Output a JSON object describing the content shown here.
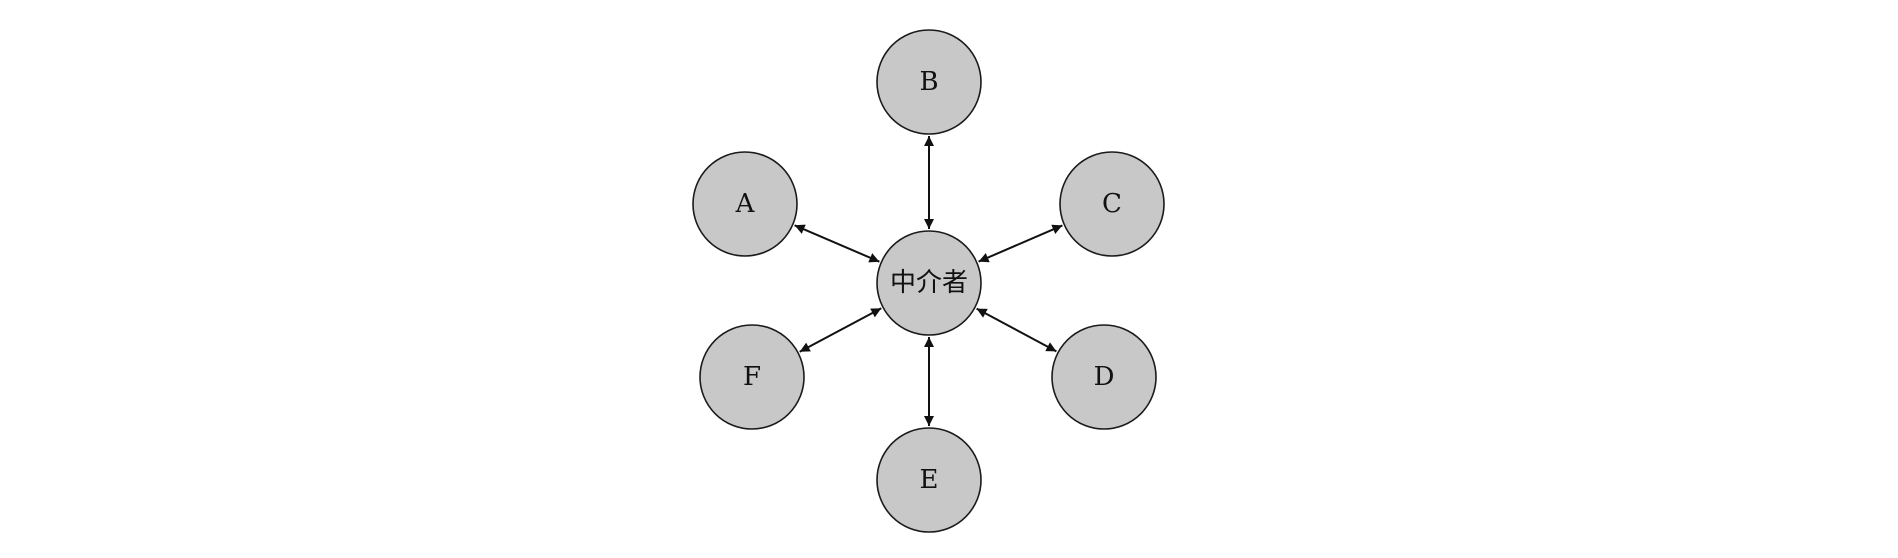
{
  "diagram": {
    "center": {
      "id": "mediator",
      "label": "中介者"
    },
    "nodes": [
      {
        "id": "A",
        "label": "A"
      },
      {
        "id": "B",
        "label": "B"
      },
      {
        "id": "C",
        "label": "C"
      },
      {
        "id": "D",
        "label": "D"
      },
      {
        "id": "E",
        "label": "E"
      },
      {
        "id": "F",
        "label": "F"
      }
    ],
    "edges": [
      {
        "from": "mediator",
        "to": "A",
        "direction": "both"
      },
      {
        "from": "mediator",
        "to": "B",
        "direction": "both"
      },
      {
        "from": "mediator",
        "to": "C",
        "direction": "both"
      },
      {
        "from": "mediator",
        "to": "D",
        "direction": "both"
      },
      {
        "from": "mediator",
        "to": "E",
        "direction": "both"
      },
      {
        "from": "mediator",
        "to": "F",
        "direction": "both"
      }
    ],
    "colors": {
      "node_fill": "#c8c8c8",
      "node_stroke": "#1a1a1a",
      "edge": "#111111"
    }
  }
}
